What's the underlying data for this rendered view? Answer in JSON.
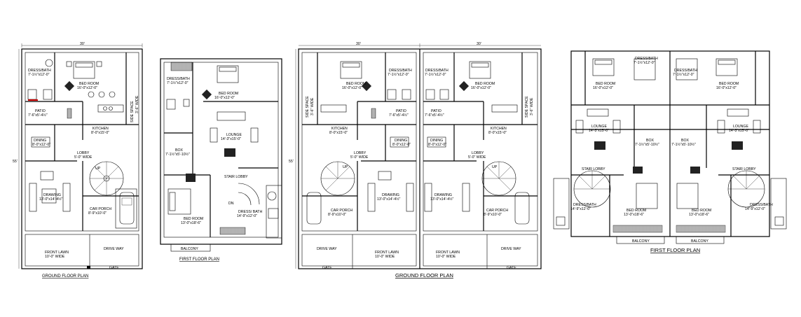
{
  "plans": {
    "single_ground": {
      "dim_top": "30'",
      "dim_side": "55'",
      "rooms": {
        "dress_bath": "DRESS/BATH",
        "dress_bath_size": "7'-1½\"x12'-0\"",
        "bed_room": "BED ROOM",
        "bed_room_size": "16'-0\"x12'-0\"",
        "patio": "PATIO",
        "patio_size": "7'-6\"x5'-4½\"",
        "side_space": "SIDE SPACE",
        "side_space_width": "3'-6\" WIDE",
        "kitchen": "KITCHEN",
        "kitchen_size": "8'-0\"x15'-0\"",
        "dining": "DINING",
        "dining_size": "8'-0\"x12'-0\"",
        "lobby": "LOBBY",
        "lobby_width": "5'-0\" WIDE",
        "up": "UP",
        "drawing": "DRAWING",
        "drawing_size": "13'-0\"x14'-4½\"",
        "car_porch": "CAR PORCH",
        "car_porch_size": "8'-9\"x10'-0\"",
        "front_lawn": "FRONT LAWN",
        "front_lawn_width": "10'-0\" WIDE",
        "drive_way": "DRIVE WAY",
        "gate": "GATE"
      },
      "caption": "GROUND FLOOR PLAN"
    },
    "single_first": {
      "rooms": {
        "dress_bath": "DRESS/BATH",
        "dress_bath_size": "7'-1½\"x12'-0\"",
        "bed_room": "BED ROOM",
        "bed_room_size": "16'-0\"x12'-0\"",
        "lounge": "LOUNGE",
        "lounge_size": "14'-3\"x15'-0\"",
        "box": "BOX",
        "box_size": "7'-1½\"x5'-10½\"",
        "stair_lobby": "STAIR LOBBY",
        "dress_bath2": "DRESS/ BATH",
        "dress_bath2_size": "14'-9\"x12'-0\"",
        "bed_room2": "BED ROOM",
        "bed_room2_size": "13'-0\"x18'-6\"",
        "dn": "DN",
        "balcony": "BALCONY"
      },
      "caption": "FIRST FLOOR PLAN"
    },
    "double_ground": {
      "dim_top_left": "30'",
      "dim_top_right": "30'",
      "dim_side": "55'",
      "rooms": {
        "side_space": "SIDE SPACE",
        "side_space_width": "3'-6\" WIDE",
        "bed_room": "BED ROOM",
        "bed_room_size": "16'-0\"x12'-0\"",
        "dress_bath": "DRESS/BATH",
        "dress_bath_size": "7'-1½\"x12'-0\"",
        "kitchen": "KITCHEN",
        "kitchen_size": "8'-0\"x15'-0\"",
        "patio": "PATIO",
        "patio_size": "7'-6\"x5'-4½\"",
        "dining": "DINING",
        "dining_size": "8'-0\"x12'-0\"",
        "lobby": "LOBBY",
        "lobby_width": "5'-0\" WIDE",
        "up": "UP",
        "drawing": "DRAWING",
        "drawing_size": "13'-0\"x14'-4½\"",
        "car_porch": "CAR PORCH",
        "car_porch_size": "8'-9\"x10'-0\"",
        "front_lawn": "FRONT LAWN",
        "front_lawn_width": "10'-0\" WIDE",
        "drive_way": "DRIVE WAY",
        "gate": "GATE"
      },
      "caption": "GROUND FLOOR PLAN"
    },
    "double_first": {
      "rooms": {
        "bed_room": "BED ROOM",
        "bed_room_size": "16'-0\"x12'-0\"",
        "dress_bath": "DRESS/BATH",
        "dress_bath_size": "7'-1½\"x12'-0\"",
        "lounge": "LOUNGE",
        "lounge_size": "14'-3\"x15'-0\"",
        "box": "BOX",
        "box_size": "7'-1½\"x5'-10½\"",
        "stair_lobby": "STAIR LOBBY",
        "dress_bath2": "DRESS/BATH",
        "dress_bath2_size": "14'-9\"x12'-0\"",
        "bed_room2": "BED ROOM",
        "bed_room2_size": "13'-0\"x18'-6\"",
        "balcony": "BALCONY"
      },
      "caption": "FIRST FLOOR PLAN"
    }
  }
}
